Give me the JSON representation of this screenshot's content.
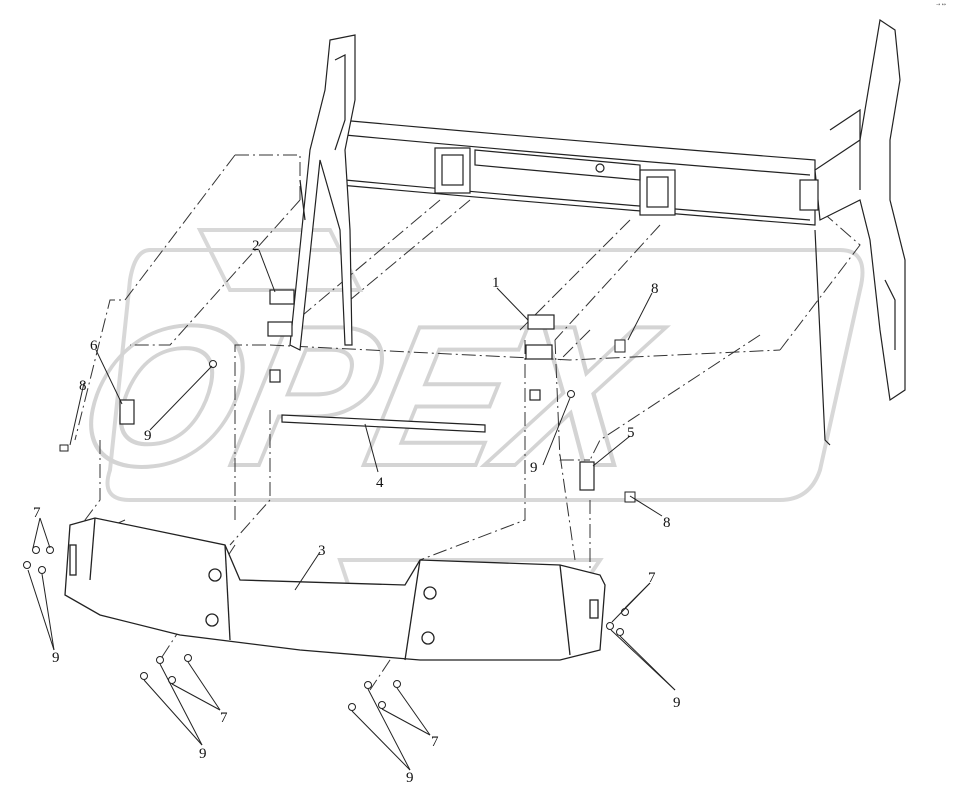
{
  "watermark": {
    "text": "OPEX",
    "color": "#d8d8d8"
  },
  "corner_mark": "→ ↔",
  "colors": {
    "line": "#222222",
    "dash": "#333333",
    "fill": "#ffffff"
  },
  "callouts": {
    "c1": "1",
    "c2": "2",
    "c3": "3",
    "c4": "4",
    "c5": "5",
    "c6": "6",
    "c7a": "7",
    "c7b": "7",
    "c7c": "7",
    "c7d": "7",
    "c8a": "8",
    "c8b": "8",
    "c8c": "8",
    "c9a": "9",
    "c9b": "9",
    "c9c": "9",
    "c9d": "9",
    "c9e": "9",
    "c9f": "9"
  }
}
